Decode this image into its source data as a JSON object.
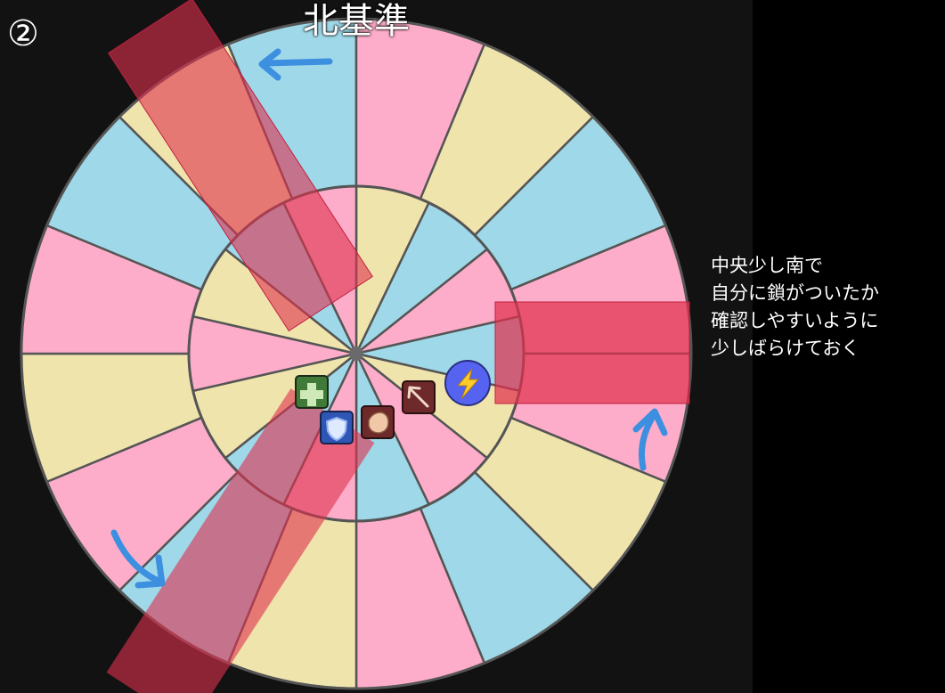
{
  "step_label": "②",
  "title": "北基準",
  "note_lines": [
    "中央少し南で",
    "自分に鎖がついたか",
    "確認しやすいように",
    "少しばらけておく"
  ],
  "colors": {
    "pink": "#fdadc9",
    "yellow": "#f0e4ad",
    "blue": "#9fd8e8",
    "rect_fill": "#e0304e",
    "arrow": "#3d8fe0",
    "line": "#555555"
  },
  "outer_ring": [
    "blue",
    "pink",
    "yellow",
    "blue",
    "pink",
    "pink",
    "yellow",
    "blue",
    "pink",
    "yellow",
    "blue",
    "pink",
    "yellow",
    "pink",
    "blue",
    "yellow"
  ],
  "inner_ring": [
    "yellow",
    "blue",
    "pink",
    "blue",
    "yellow",
    "pink",
    "blue",
    "pink",
    "blue",
    "yellow",
    "pink",
    "yellow",
    "blue",
    "pink"
  ],
  "markers": [
    {
      "name": "healer-marker",
      "role": "healer",
      "icon": "plus",
      "color": "#3f7a38"
    },
    {
      "name": "tank-marker",
      "role": "tank",
      "icon": "shield",
      "color": "#2f55b5"
    },
    {
      "name": "melee-marker",
      "role": "melee",
      "icon": "fist",
      "color": "#6e2a2a"
    },
    {
      "name": "ranged-marker",
      "role": "ranged",
      "icon": "arrow",
      "color": "#6e2a2a"
    },
    {
      "name": "lightning-marker",
      "role": "caster",
      "icon": "lightning",
      "color": "#5563f0"
    }
  ]
}
